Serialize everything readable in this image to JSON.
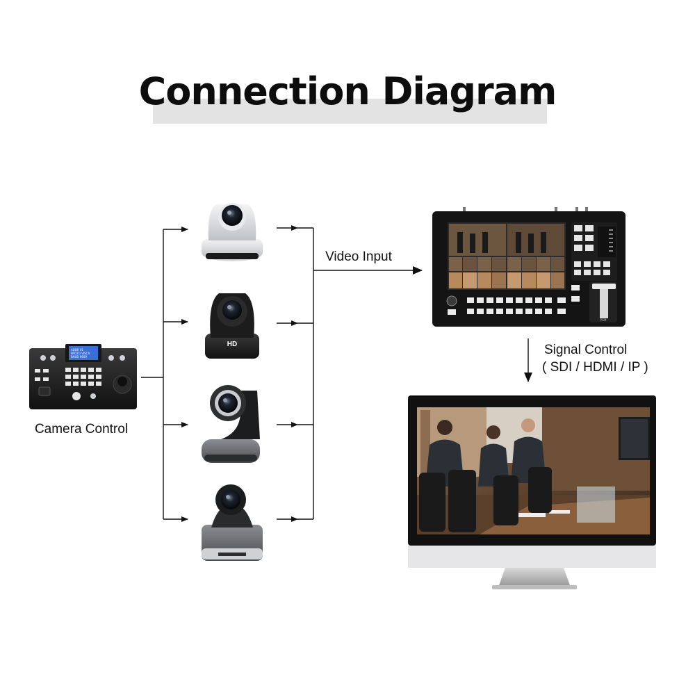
{
  "title": "Connection Diagram",
  "labels": {
    "camera_control": "Camera Control",
    "video_input": "Video Input",
    "signal_control": "Signal Control",
    "signal_formats": "( SDI / HDMI / IP )"
  },
  "keyboard_screen_lines": [
    "ADDR 01",
    "PROTO VISCA",
    "BAUD 9600"
  ],
  "switcher_tbar_label": "PGM",
  "colors": {
    "title_bar_bg": "#e3e3e3",
    "line": "#111111",
    "device_dark": "#1b1b1b",
    "camera_silver": "#d9d9de",
    "screen_blue": "#3a6fd8"
  }
}
